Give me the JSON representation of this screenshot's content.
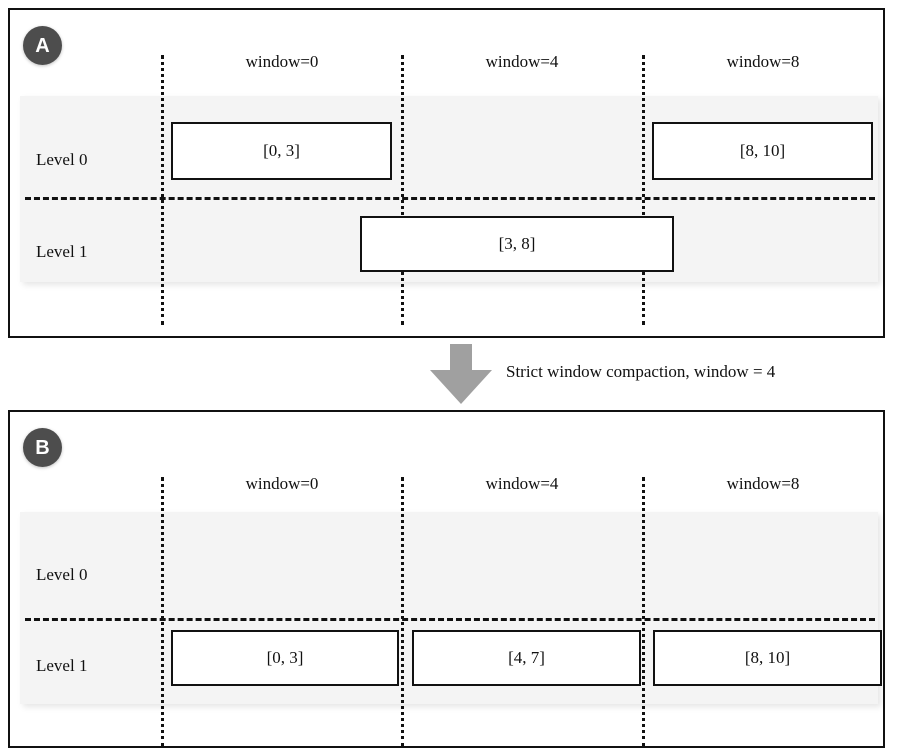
{
  "figure": {
    "panels": [
      {
        "badge": "A",
        "column_headers": [
          "window=0",
          "window=4",
          "window=8"
        ],
        "level_labels": [
          "Level 0",
          "Level 1"
        ],
        "boxes": [
          {
            "label": "[0, 3]",
            "level": "Level 0",
            "window": "window=0"
          },
          {
            "label": "[8, 10]",
            "level": "Level 0",
            "window": "window=8"
          },
          {
            "label": "[3, 8]",
            "level": "Level 1",
            "window": "window=4"
          }
        ]
      },
      {
        "badge": "B",
        "column_headers": [
          "window=0",
          "window=4",
          "window=8"
        ],
        "level_labels": [
          "Level 0",
          "Level 1"
        ],
        "boxes": [
          {
            "label": "[0, 3]",
            "level": "Level 1",
            "window": "window=0"
          },
          {
            "label": "[4, 7]",
            "level": "Level 1",
            "window": "window=4"
          },
          {
            "label": "[8, 10]",
            "level": "Level 1",
            "window": "window=8"
          }
        ]
      }
    ],
    "transition": {
      "caption": "Strict window compaction, window = 4",
      "arrow_icon": "arrow-down-icon",
      "arrow_color": "#a0a0a0"
    },
    "colors": {
      "badge_fill": "#4d4d4d",
      "badge_text": "#ffffff",
      "band_fill": "#f4f4f4",
      "stroke": "#111111",
      "box_fill": "#ffffff"
    }
  }
}
